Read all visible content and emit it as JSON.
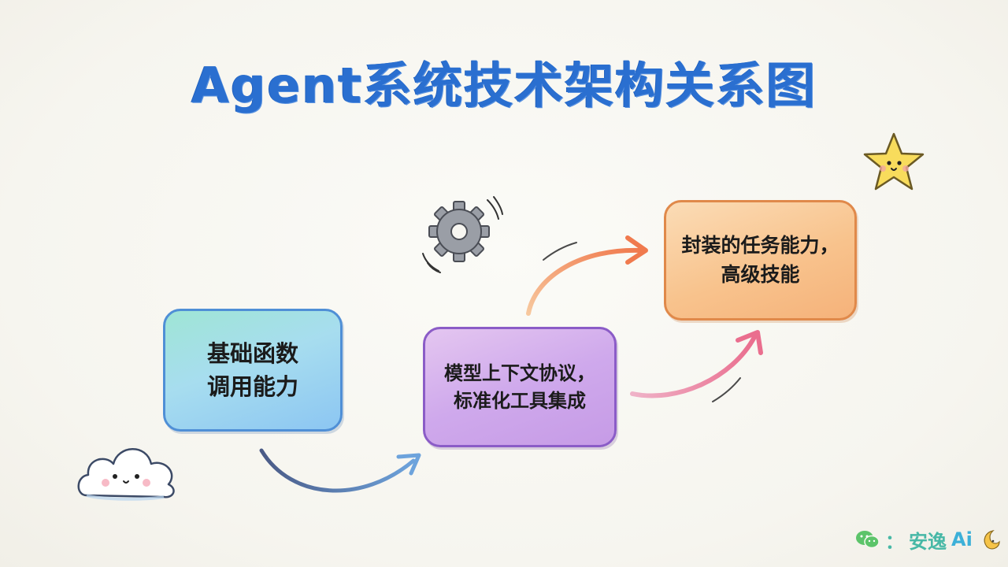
{
  "title": "Agent系统技术架构关系图",
  "nodes": [
    {
      "id": "function-calling",
      "text": "基础函数\n调用能力"
    },
    {
      "id": "context-protocol",
      "text": "模型上下文协议，\n标准化工具集成"
    },
    {
      "id": "skills",
      "text": "封装的任务能力，\n高级技能"
    }
  ],
  "edges": [
    {
      "from": "function-calling",
      "to": "context-protocol"
    },
    {
      "from": "context-protocol",
      "to": "skills"
    },
    {
      "from": "context-protocol",
      "to": "skills"
    }
  ],
  "watermark": {
    "text_colon": "：",
    "text_name": "安逸",
    "text_ai": "Ai"
  },
  "colors": {
    "title": "#2a6fd0",
    "node_function_calling": "#9fd9ea",
    "node_context_protocol": "#cfa9ec",
    "node_skills": "#f8c38d",
    "arrow_blue": "#5e8fc9",
    "arrow_orange": "#f08a5d",
    "arrow_pink": "#e4709a"
  },
  "decorations": [
    "gear-icon",
    "star-icon",
    "cloud-icon"
  ]
}
